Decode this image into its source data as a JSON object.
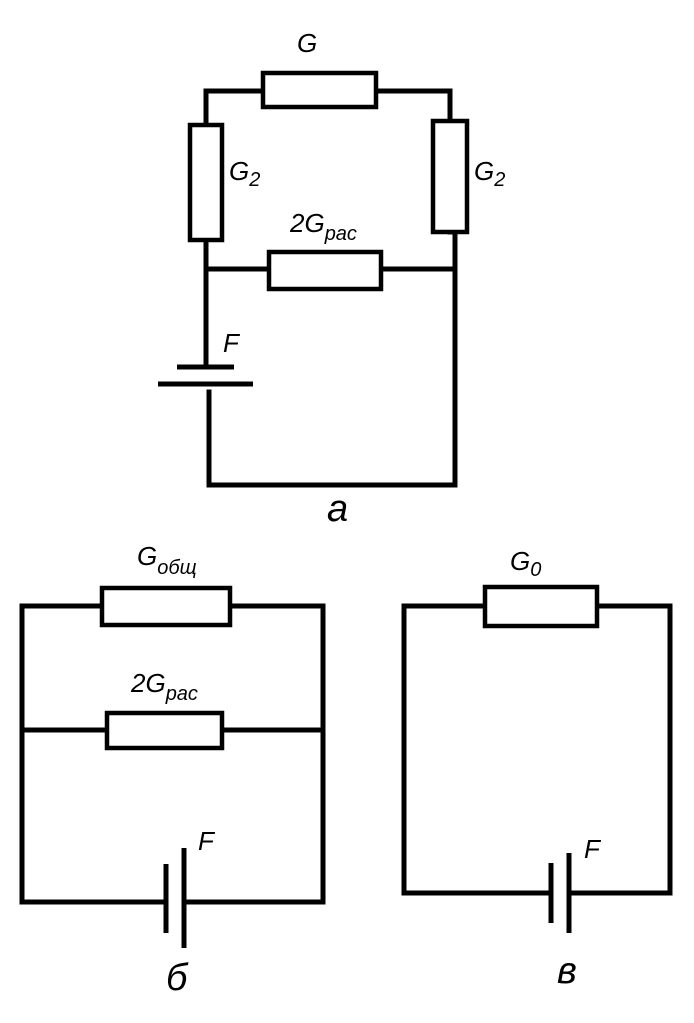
{
  "diagram_a": {
    "caption": "а",
    "top_resistor": {
      "main": "G",
      "sub": ""
    },
    "left_resistor": {
      "main": "G",
      "sub": "2"
    },
    "right_resistor": {
      "main": "G",
      "sub": "2"
    },
    "middle_resistor": {
      "main": "2G",
      "sub": "рас"
    },
    "source": {
      "main": "F"
    }
  },
  "diagram_b": {
    "caption": "б",
    "top_resistor": {
      "main": "G",
      "sub": "общ"
    },
    "middle_resistor": {
      "main": "2G",
      "sub": "рас"
    },
    "source": {
      "main": "F"
    }
  },
  "diagram_v": {
    "caption": "в",
    "top_resistor": {
      "main": "G",
      "sub": "0"
    },
    "source": {
      "main": "F"
    }
  }
}
